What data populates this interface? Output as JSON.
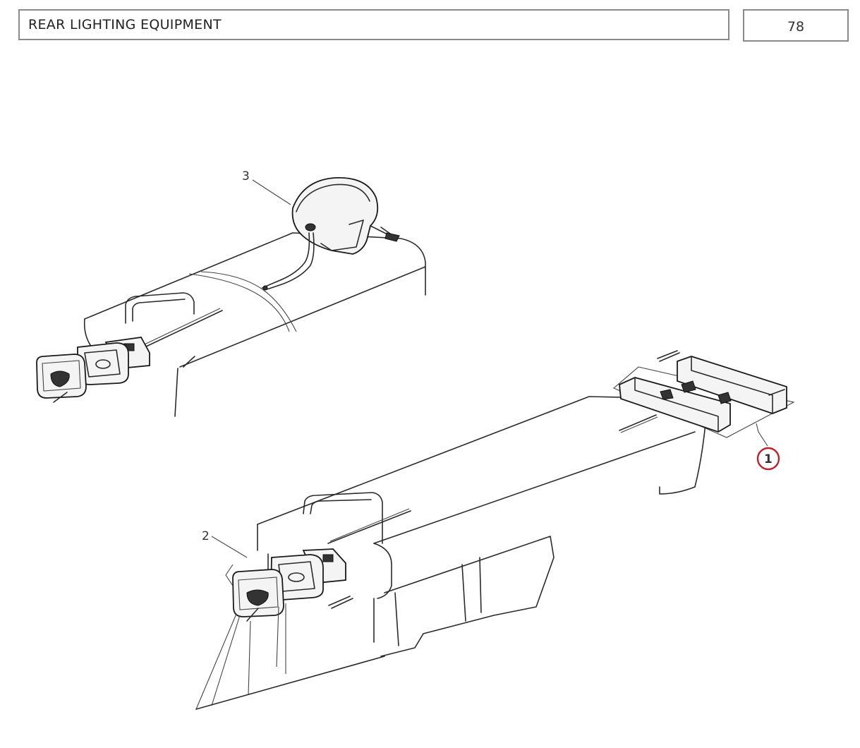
{
  "header": {
    "title": "REAR LIGHTING EQUIPMENT",
    "page_number": "78"
  },
  "callouts": [
    {
      "label": "1",
      "highlighted": true,
      "highlight_color": "#c0202a"
    },
    {
      "label": "2",
      "highlighted": false
    },
    {
      "label": "3",
      "highlighted": false
    }
  ]
}
